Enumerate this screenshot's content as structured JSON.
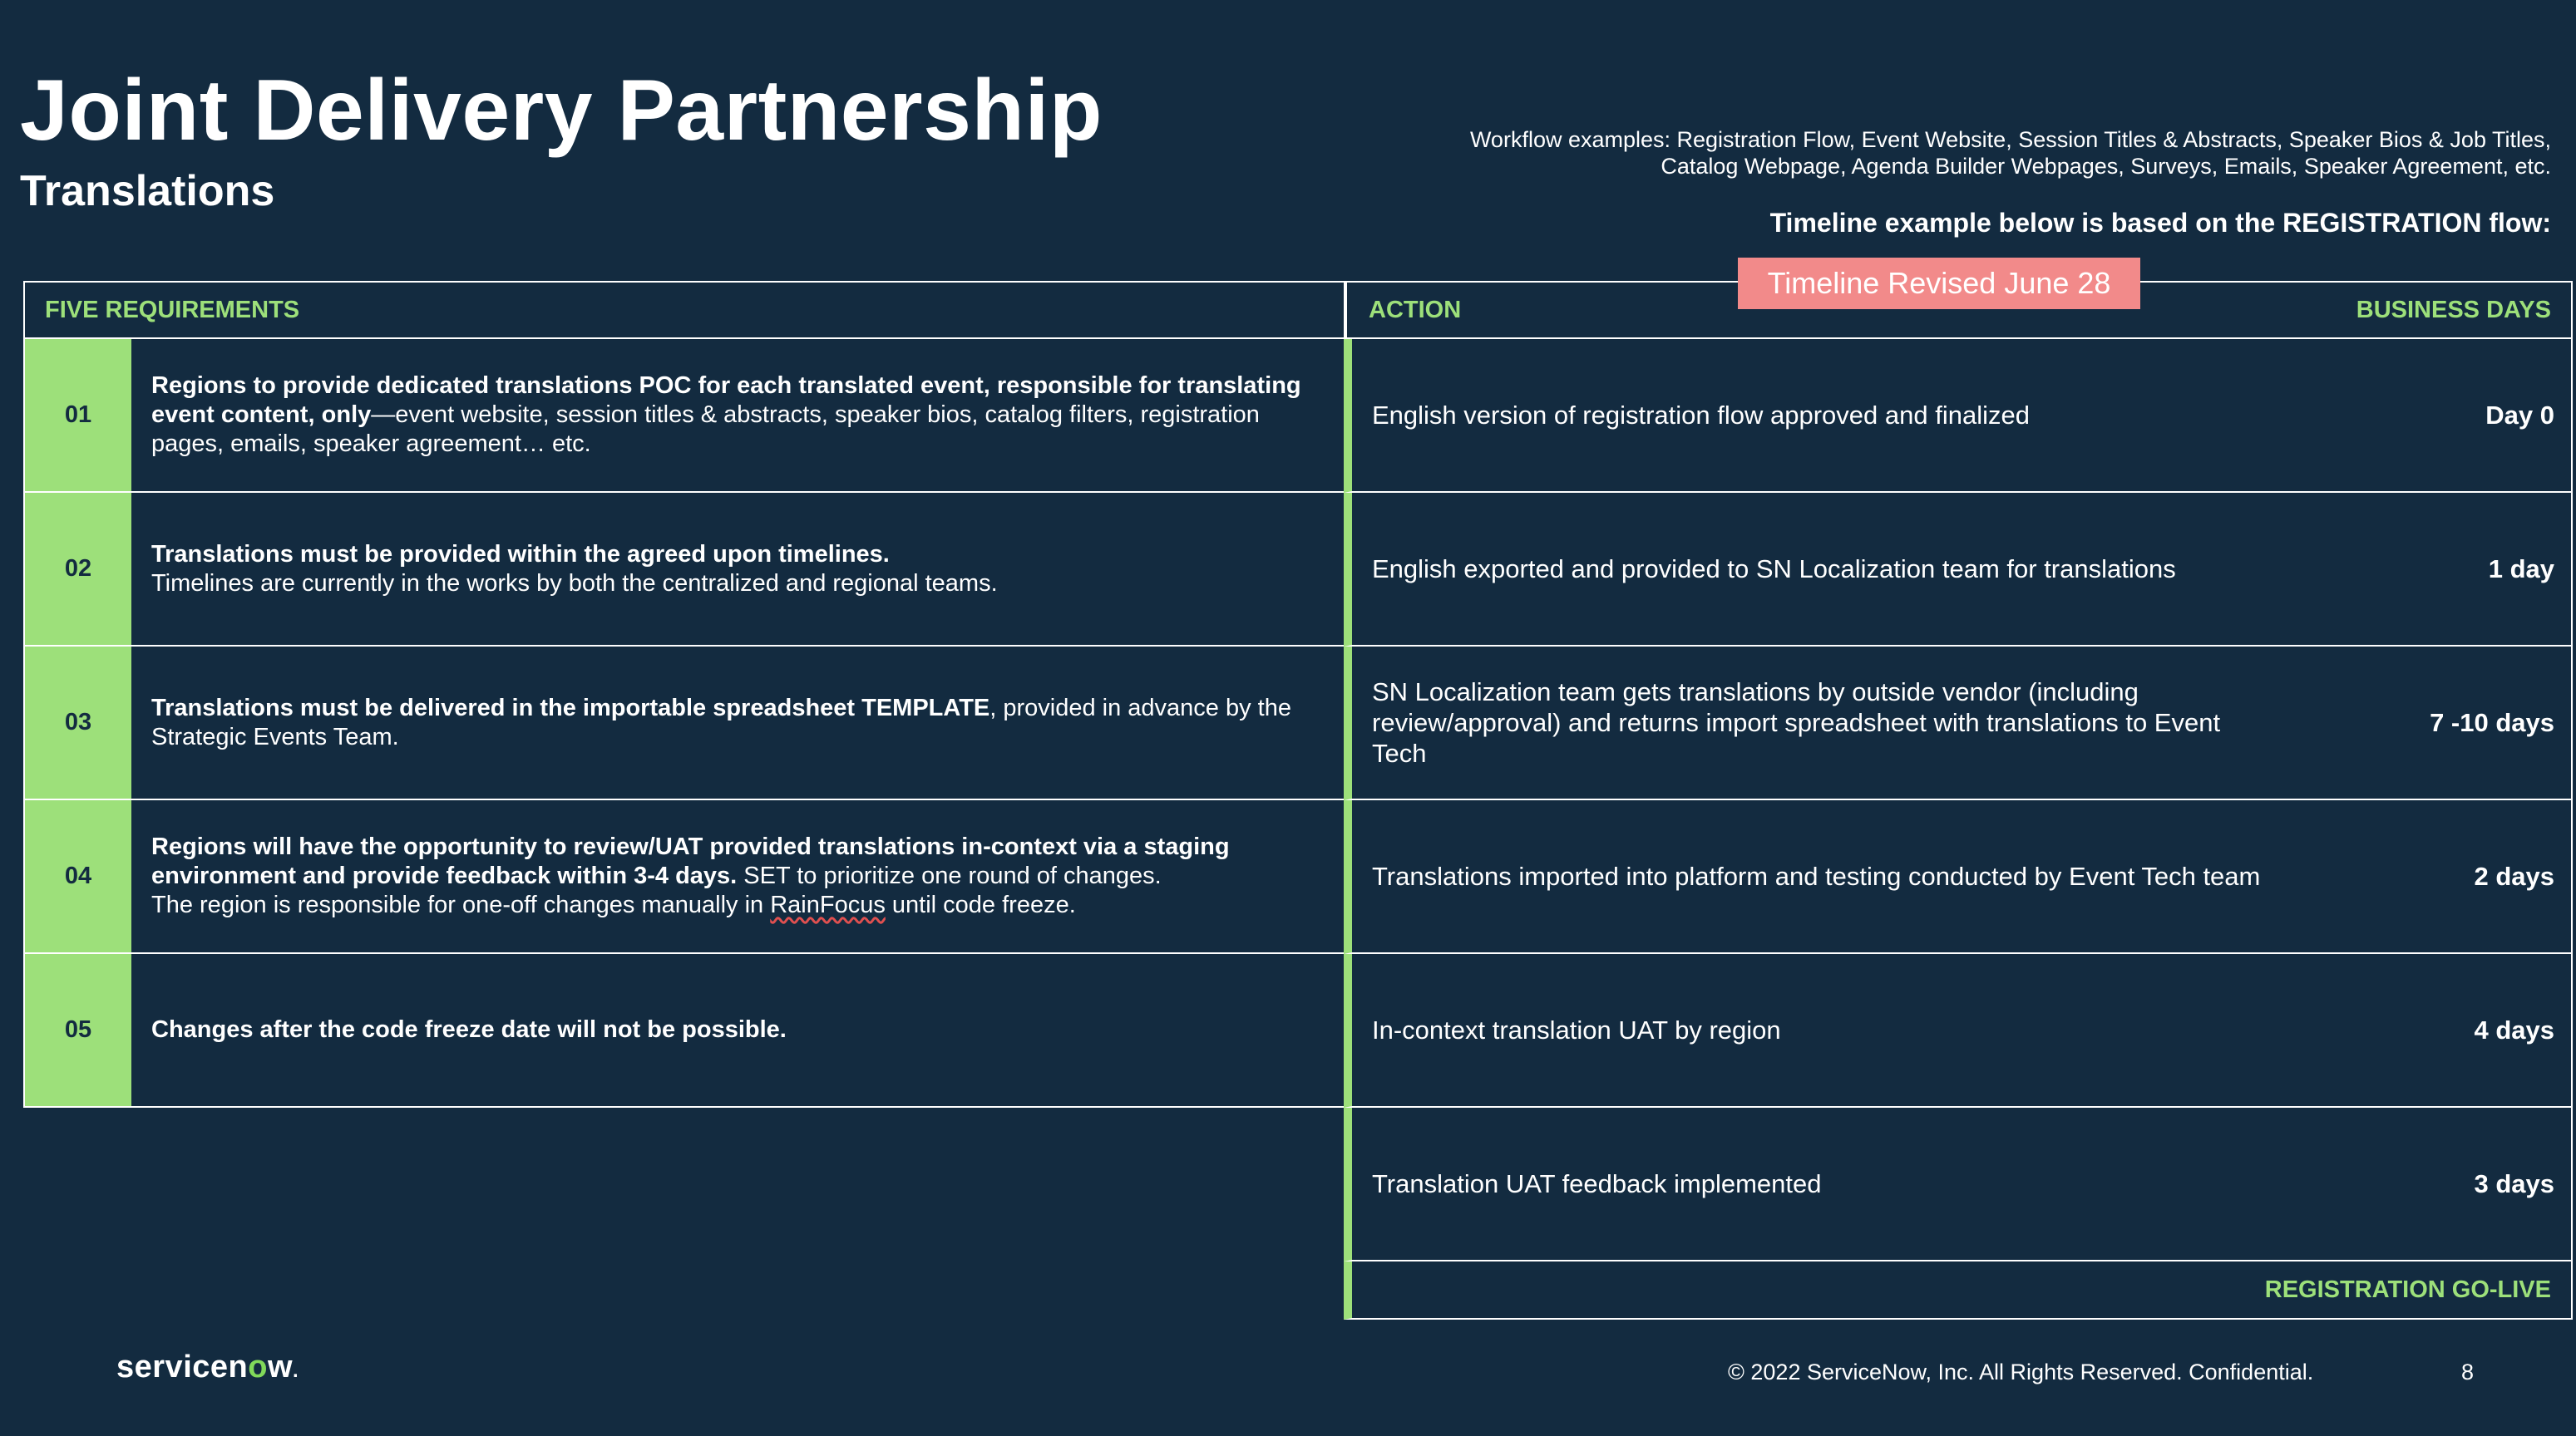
{
  "header": {
    "title": "Joint Delivery Partnership",
    "subtitle": "Translations",
    "workflow_line1": "Workflow examples: Registration Flow, Event Website, Session Titles & Abstracts, Speaker Bios & Job Titles,",
    "workflow_line2": "Catalog Webpage, Agenda Builder Webpages, Surveys, Emails, Speaker Agreement, etc.",
    "timeline_note": "Timeline example below is based on the REGISTRATION flow:",
    "revised_badge": "Timeline Revised June 28"
  },
  "requirements": {
    "heading": "FIVE REQUIREMENTS",
    "rows": [
      {
        "num": "01",
        "bold": "Regions to provide dedicated translations POC for each translated event, responsible for translating event content, only",
        "text": "—event website, session titles & abstracts, speaker bios, catalog filters, registration pages, emails, speaker agreement… etc."
      },
      {
        "num": "02",
        "bold": "Translations must be provided within the agreed upon timelines.",
        "text": "Timelines are currently in the works by both the centralized and regional teams."
      },
      {
        "num": "03",
        "bold": "Translations must be delivered in the importable spreadsheet TEMPLATE",
        "text": ", provided in advance by the Strategic Events Team."
      },
      {
        "num": "04",
        "bold": "Regions will have the opportunity to review/UAT provided translations in-context via a staging environment and provide feedback within 3-4 days.",
        "text": " SET to prioritize one round of changes.",
        "line3_pre": "The region is responsible for one-off changes manually in ",
        "line3_word": "RainFocus",
        "line3_post": " until code freeze."
      },
      {
        "num": "05",
        "bold": "Changes after the code freeze date will not be possible.",
        "text": ""
      }
    ]
  },
  "timeline": {
    "action_heading": "ACTION",
    "days_heading": "BUSINESS DAYS",
    "rows": [
      {
        "action": "English version of registration flow approved and finalized",
        "days": "Day 0"
      },
      {
        "action": "English exported and provided to SN Localization team for translations",
        "days": "1 day"
      },
      {
        "action": "SN Localization team gets translations by outside vendor (including review/approval) and returns import spreadsheet with translations to Event Tech",
        "days": "7 -10 days"
      },
      {
        "action": "Translations imported into platform and testing conducted by Event Tech team",
        "days": "2 days"
      },
      {
        "action": "In-context translation UAT by region",
        "days": "4 days"
      },
      {
        "action": "Translation UAT feedback implemented",
        "days": "3 days"
      }
    ],
    "go_live": "REGISTRATION GO-LIVE"
  },
  "footer": {
    "logo_pre": "servicen",
    "logo_o": "o",
    "logo_post": "w",
    "logo_dot": ".",
    "copyright": "© 2022 ServiceNow, Inc. All Rights Reserved. Confidential.",
    "page": "8"
  },
  "colors": {
    "background": "#132b40",
    "accent_green": "#9de07a",
    "badge_pink": "#f28a8a"
  }
}
